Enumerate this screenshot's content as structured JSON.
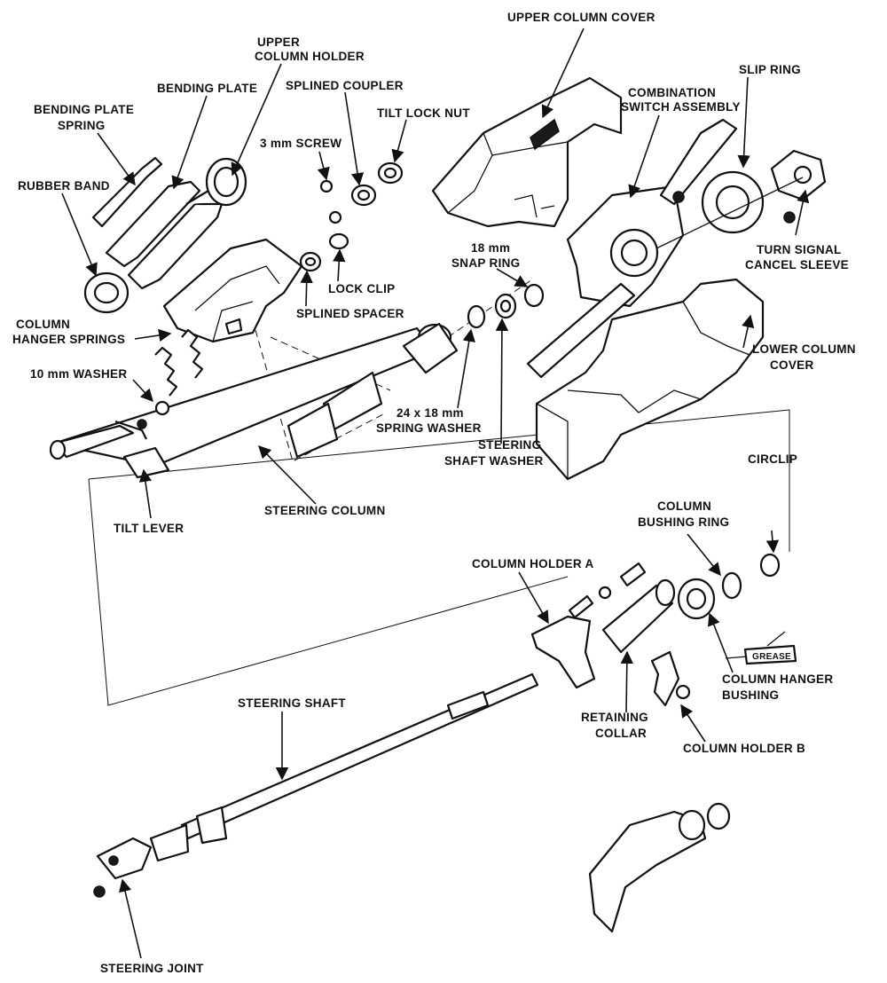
{
  "labels": {
    "upper_column_cover": "UPPER COLUMN COVER",
    "upper_column_holder_1": "UPPER",
    "upper_column_holder_2": "COLUMN HOLDER",
    "bending_plate": "BENDING PLATE",
    "splined_coupler": "SPLINED COUPLER",
    "slip_ring": "SLIP RING",
    "combination_switch_1": "COMBINATION",
    "combination_switch_2": "SWITCH ASSEMBLY",
    "bending_plate_spring_1": "BENDING PLATE",
    "bending_plate_spring_2": "SPRING",
    "tilt_lock_nut": "TILT LOCK NUT",
    "screw_3mm": "3 mm SCREW",
    "rubber_band": "RUBBER BAND",
    "turn_signal_1": "TURN SIGNAL",
    "turn_signal_2": "CANCEL SLEEVE",
    "snap_ring_1": "18 mm",
    "snap_ring_2": "SNAP RING",
    "lock_clip": "LOCK CLIP",
    "splined_spacer": "SPLINED SPACER",
    "column_hanger_springs_1": "COLUMN",
    "column_hanger_springs_2": "HANGER SPRINGS",
    "lower_column_cover_1": "LOWER COLUMN",
    "lower_column_cover_2": "COVER",
    "washer_10mm": "10 mm WASHER",
    "spring_washer_1": "24 x 18 mm",
    "spring_washer_2": "SPRING WASHER",
    "steering_shaft_washer_1": "STEERING",
    "steering_shaft_washer_2": "SHAFT WASHER",
    "circlip": "CIRCLIP",
    "steering_column": "STEERING COLUMN",
    "tilt_lever": "TILT LEVER",
    "column_bushing_ring_1": "COLUMN",
    "column_bushing_ring_2": "BUSHING RING",
    "column_holder_a": "COLUMN HOLDER A",
    "grease": "GREASE",
    "column_hanger_bushing_1": "COLUMN HANGER",
    "column_hanger_bushing_2": "BUSHING",
    "steering_shaft": "STEERING SHAFT",
    "retaining_collar_1": "RETAINING",
    "retaining_collar_2": "COLLAR",
    "column_holder_b": "COLUMN HOLDER B",
    "steering_joint": "STEERING JOINT"
  },
  "icons": {
    "arrowhead": "arrowhead-icon"
  }
}
